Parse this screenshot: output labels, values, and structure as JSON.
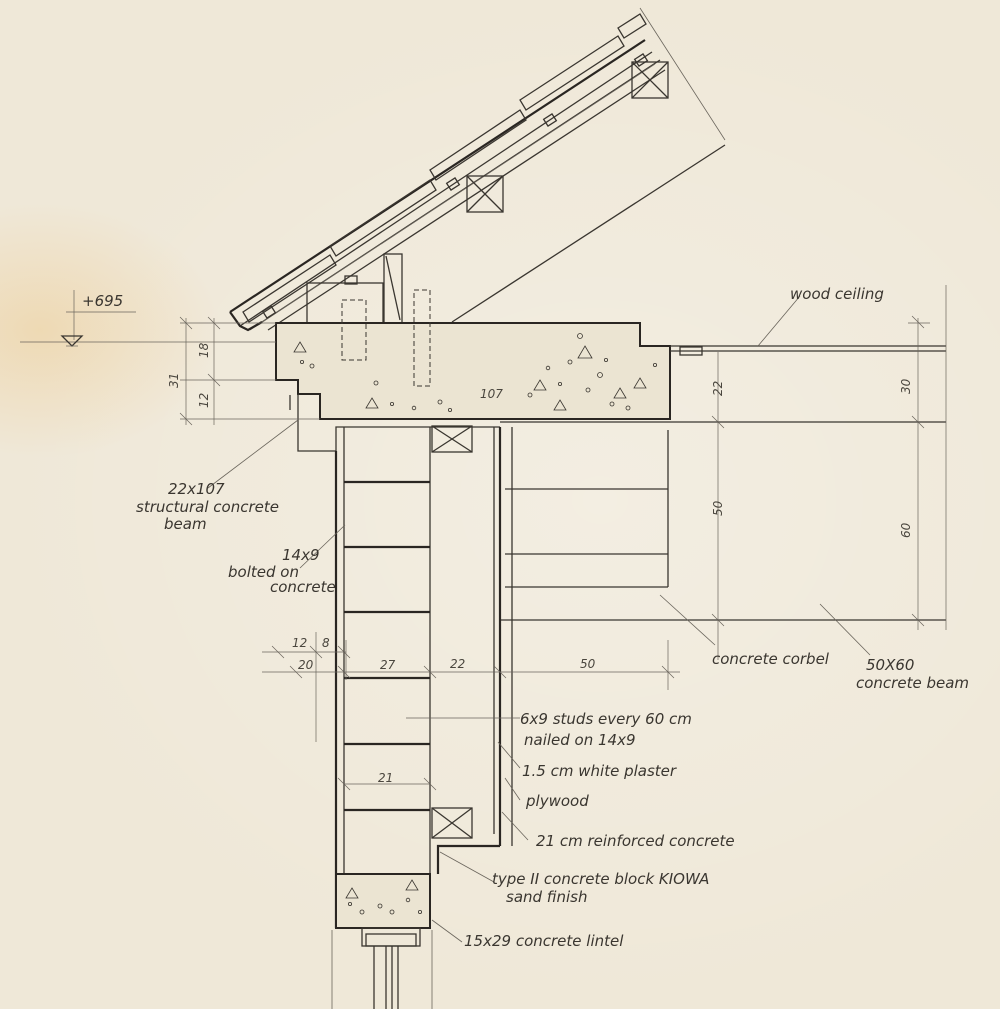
{
  "elevation": "+695",
  "labels": {
    "wood_ceiling": "wood ceiling",
    "beam_size": "22x107",
    "beam_line1": "structural concrete",
    "beam_line2": "beam",
    "bolted_size": "14x9",
    "bolted_line1": "bolted on",
    "bolted_line2": "concrete",
    "corbel": "concrete corbel",
    "beam2_size": "50X60",
    "beam2_line": "concrete beam",
    "studs_line1": "6x9 studs every 60 cm",
    "studs_line2": "nailed on 14x9",
    "plaster": "1.5 cm white plaster",
    "plywood": "plywood",
    "reinforced": "21 cm reinforced concrete",
    "block_line1": "type II concrete block KIOWA",
    "block_line2": "sand finish",
    "lintel": "15x29 concrete lintel"
  },
  "dims": {
    "d31": "31",
    "d18": "18",
    "d12": "12",
    "d107": "107",
    "d22v": "22",
    "d30": "30",
    "d50v": "50",
    "d60": "60",
    "d12h": "12",
    "d8": "8",
    "d20": "20",
    "d27": "27",
    "d22h": "22",
    "d50h": "50",
    "d21": "21"
  }
}
